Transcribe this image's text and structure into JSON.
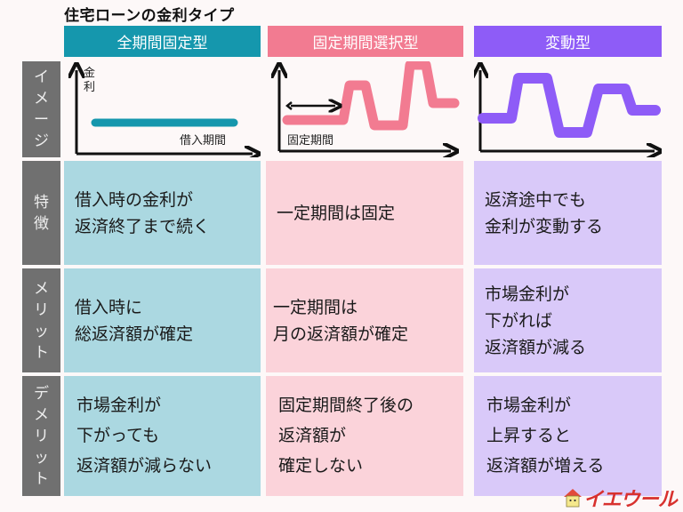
{
  "title": "住宅ローンの金利タイプ",
  "columns": [
    {
      "label": "全期間固定型",
      "header_color": "#1597ad",
      "cell_color": "#abd8e1",
      "line_color": "#1597ad"
    },
    {
      "label": "固定期間選択型",
      "header_color": "#f27b91",
      "cell_color": "#fbd3da",
      "line_color": "#f27b91"
    },
    {
      "label": "変動型",
      "header_color": "#8e5cf7",
      "cell_color": "#d9c9f9",
      "line_color": "#8e5cf7"
    }
  ],
  "rows": [
    {
      "label_chars": [
        "イ",
        "メ",
        "ー",
        "ジ"
      ]
    },
    {
      "label_chars": [
        "特",
        "徴"
      ]
    },
    {
      "label_chars": [
        "メ",
        "リ",
        "ッ",
        "ト"
      ]
    },
    {
      "label_chars": [
        "デ",
        "メ",
        "リ",
        "ッ",
        "ト"
      ]
    }
  ],
  "image_row": {
    "fixed": {
      "y_axis_label": [
        "金",
        "利"
      ],
      "x_axis_label": "借入期間"
    },
    "select": {
      "period_label": "固定期間"
    },
    "variable": {}
  },
  "cells": {
    "features": [
      [
        "借入時の金利が",
        "返済終了まで続く"
      ],
      [
        "一定期間は固定"
      ],
      [
        "返済途中でも",
        "金利が変動する"
      ]
    ],
    "merits": [
      [
        "借入時に",
        "総返済額が確定"
      ],
      [
        "一定期間は",
        "月の返済額が確定"
      ],
      [
        "市場金利が",
        "下がれば",
        "返済額が減る"
      ]
    ],
    "demerits": [
      [
        "市場金利が",
        "下がっても",
        "返済額が減らない"
      ],
      [
        "固定期間終了後の",
        "返済額が",
        "確定しない"
      ],
      [
        "市場金利が",
        "上昇すると",
        "返済額が増える"
      ]
    ]
  },
  "logo": {
    "text": "イエウール"
  },
  "colors": {
    "row_label_bg": "#707070",
    "background": "#fdf8f8",
    "logo_red": "#d8312e"
  }
}
